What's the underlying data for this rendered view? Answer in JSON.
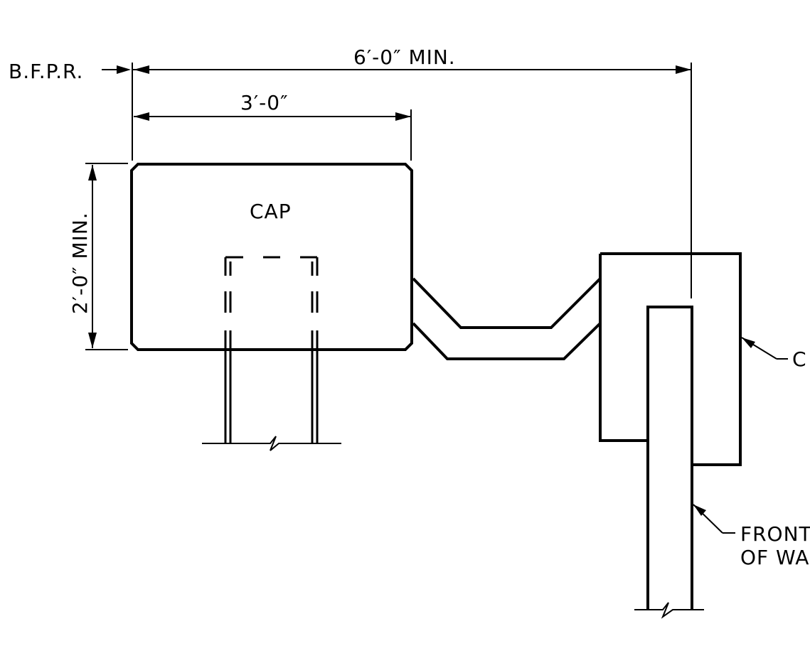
{
  "labels": {
    "bfpr": "B.F.P.R.",
    "overall_width": "6′-0″ MIN.",
    "cap_width": "3′-0″",
    "cap_height": "2′-0″ MIN.",
    "cap": "CAP",
    "right_callout_upper": "C",
    "front_of_wall_line1": "FRONT",
    "front_of_wall_line2": "OF WA"
  },
  "colors": {
    "line": "#000000",
    "background": "#ffffff"
  }
}
